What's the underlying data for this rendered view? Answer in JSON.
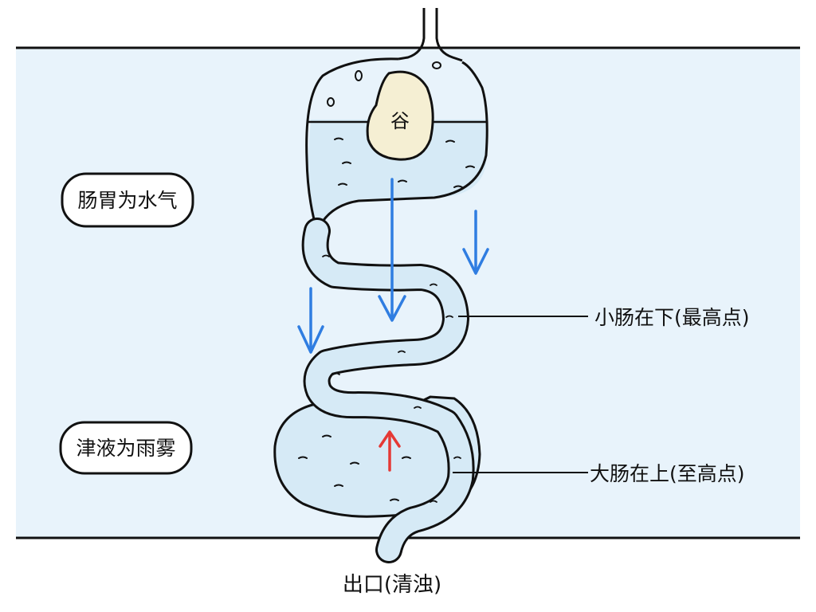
{
  "colors": {
    "band": "#e8f3fb",
    "fluid": "#d6eaf6",
    "outline": "#111111",
    "down_arrow": "#2f7de1",
    "up_arrow": "#e53935",
    "grain": "#f5efd3"
  },
  "grain_label": "谷",
  "left_labels": {
    "upper": "肠胃为水气",
    "lower": "津液为雨雾"
  },
  "right_labels": {
    "small_intestine": "小肠在下(最高点)",
    "large_intestine": "大肠在上(至高点)"
  },
  "bottom_label": "出口(清浊)"
}
